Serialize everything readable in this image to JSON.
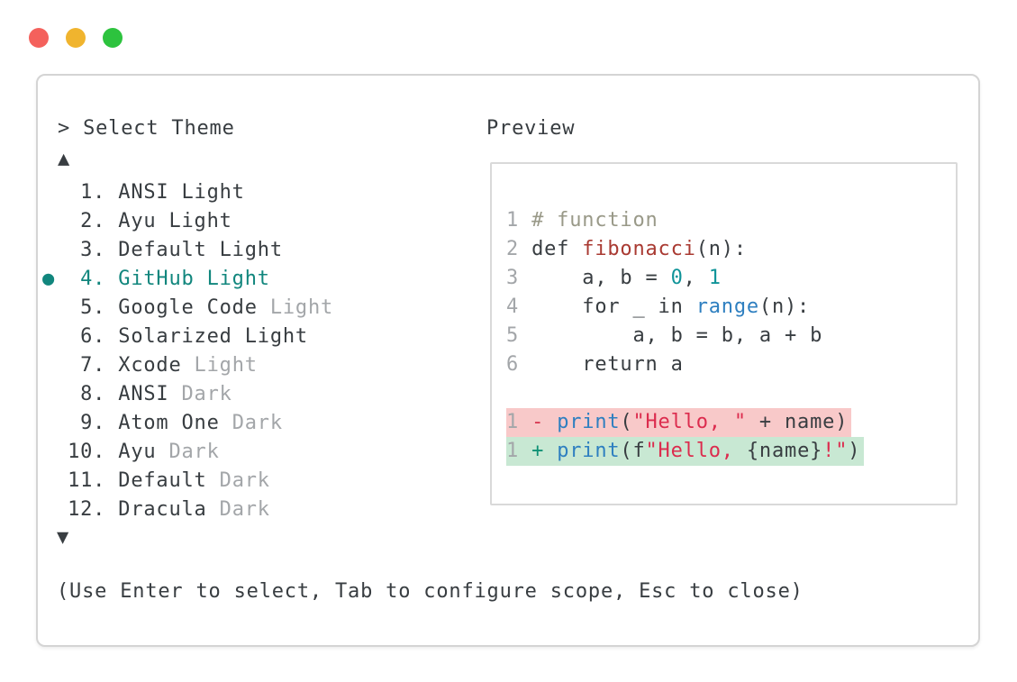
{
  "window": {
    "controls": [
      "close",
      "minimize",
      "maximize"
    ]
  },
  "selector": {
    "prompt": "> Select Theme",
    "scroll_up_glyph": "▲",
    "scroll_down_glyph": "▼",
    "selected_marker": "●",
    "items": [
      {
        "number": " 1.",
        "name": "ANSI Light",
        "variant": "",
        "selected": false
      },
      {
        "number": " 2.",
        "name": "Ayu Light",
        "variant": "",
        "selected": false
      },
      {
        "number": " 3.",
        "name": "Default Light",
        "variant": "",
        "selected": false
      },
      {
        "number": " 4.",
        "name": "GitHub Light",
        "variant": "",
        "selected": true
      },
      {
        "number": " 5.",
        "name": "Google Code",
        "variant": "Light",
        "selected": false
      },
      {
        "number": " 6.",
        "name": "Solarized Light",
        "variant": "",
        "selected": false
      },
      {
        "number": " 7.",
        "name": "Xcode",
        "variant": "Light",
        "selected": false
      },
      {
        "number": " 8.",
        "name": "ANSI",
        "variant": "Dark",
        "selected": false
      },
      {
        "number": " 9.",
        "name": "Atom One",
        "variant": "Dark",
        "selected": false
      },
      {
        "number": "10.",
        "name": "Ayu",
        "variant": "Dark",
        "selected": false
      },
      {
        "number": "11.",
        "name": "Default",
        "variant": "Dark",
        "selected": false
      },
      {
        "number": "12.",
        "name": "Dracula",
        "variant": "Dark",
        "selected": false
      }
    ],
    "help_text": "(Use Enter to select, Tab to configure scope, Esc to close)"
  },
  "preview": {
    "title": "Preview",
    "code_lines": [
      {
        "bg": "",
        "tokens": [
          [
            "ln",
            "1 "
          ],
          [
            "cm",
            "# function"
          ]
        ]
      },
      {
        "bg": "",
        "tokens": [
          [
            "ln",
            "2 "
          ],
          [
            "pl",
            "def "
          ],
          [
            "fn",
            "fibonacci"
          ],
          [
            "pl",
            "(n):"
          ]
        ]
      },
      {
        "bg": "",
        "tokens": [
          [
            "ln",
            "3 "
          ],
          [
            "pl",
            "    a, b = "
          ],
          [
            "nm",
            "0"
          ],
          [
            "pl",
            ", "
          ],
          [
            "nm",
            "1"
          ]
        ]
      },
      {
        "bg": "",
        "tokens": [
          [
            "ln",
            "4 "
          ],
          [
            "pl",
            "    for _ in "
          ],
          [
            "bi",
            "range"
          ],
          [
            "pl",
            "(n):"
          ]
        ]
      },
      {
        "bg": "",
        "tokens": [
          [
            "ln",
            "5 "
          ],
          [
            "pl",
            "        a, b = b, a + b"
          ]
        ]
      },
      {
        "bg": "",
        "tokens": [
          [
            "ln",
            "6 "
          ],
          [
            "pl",
            "    return a"
          ]
        ]
      },
      {
        "bg": "",
        "tokens": []
      },
      {
        "bg": "del",
        "tokens": [
          [
            "ln",
            "1 "
          ],
          [
            "dm",
            "- "
          ],
          [
            "bi",
            "print"
          ],
          [
            "pl",
            "("
          ],
          [
            "st",
            "\"Hello, \""
          ],
          [
            "pl",
            " + name)"
          ]
        ]
      },
      {
        "bg": "add",
        "tokens": [
          [
            "ln",
            "1 "
          ],
          [
            "dp",
            "+ "
          ],
          [
            "bi",
            "print"
          ],
          [
            "pl",
            "(f"
          ],
          [
            "st",
            "\"Hello, "
          ],
          [
            "pl",
            "{name}"
          ],
          [
            "st",
            "!\""
          ],
          [
            "pl",
            ")"
          ]
        ]
      }
    ]
  },
  "colors": {
    "dark": "#383d41",
    "gray": "#a3a6a9",
    "teal": "#11867d",
    "comment": "#999988",
    "defname": "#a93a32",
    "number": "#109499",
    "builtin": "#2e7fc0",
    "string": "#dc2c4e",
    "diff-minus": "#d8354e",
    "diff-plus": "#0f9175",
    "bg-del": "#f8c9c9",
    "bg-add": "#c8e8d3",
    "border": "#d4d4d4",
    "border2": "#d9d9d9",
    "dot-red": "#f4615c",
    "dot-yellow": "#f0b42e",
    "dot-green": "#2dc33e"
  }
}
